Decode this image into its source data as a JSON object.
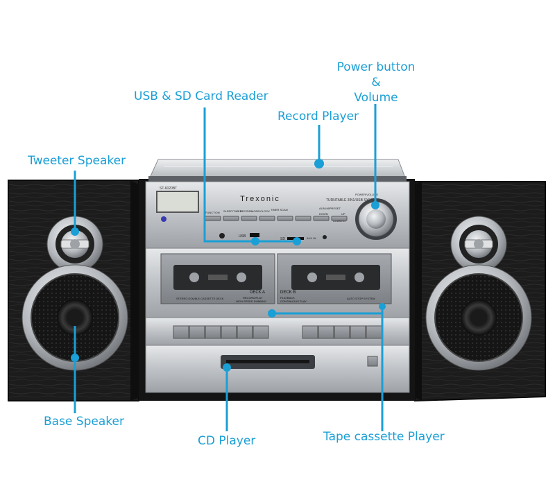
{
  "callouts": {
    "power_line1": "Power button",
    "power_line2": "&",
    "power_line3": "Volume",
    "usb_sd": "USB & SD Card Reader",
    "record_player": "Record Player",
    "tweeter": "Tweeter Speaker",
    "base": "Base Speaker",
    "cd_player": "CD Player",
    "tape": "Tape cassette Player"
  },
  "device": {
    "brand": "Trexonic",
    "system_name": "TURNTABLE 3IN1/USB SYSTEM",
    "model": "ST-6020BT",
    "deck_a": "DECK A",
    "deck_a_sub": "RECORD/PLAY",
    "deck_a_sub2": "HIGH SPEED DUBBING",
    "deck_b": "DECK B",
    "deck_b_sub": "PLAYBACK",
    "deck_b_sub2": "CONTINUOUS PLAY",
    "stereo_label": "STEREO DOUBLE CASSETTE DECK",
    "auto_stop": "AUTO STOP SYSTEM",
    "usb_label": "USB",
    "sd_label": "SD",
    "aux_label": "AUX IN",
    "btn_function": "FUNCTION",
    "btn_sleep": "SLEEP/TIMER",
    "btn_rec": "REC/DEL",
    "btn_mode": "MODE/CLOCK",
    "btn_timer": "TIMER SCAN",
    "btn_album": "ALBUM/PRESET",
    "btn_down": "DOWN",
    "btn_up": "UP",
    "btn_dubbing": "DUBBING",
    "knob_label": "POWER/VOLUME"
  },
  "colors": {
    "accent": "#1a9fd6",
    "wood": "#1b1b1b",
    "silver": "#bfc2c6"
  }
}
